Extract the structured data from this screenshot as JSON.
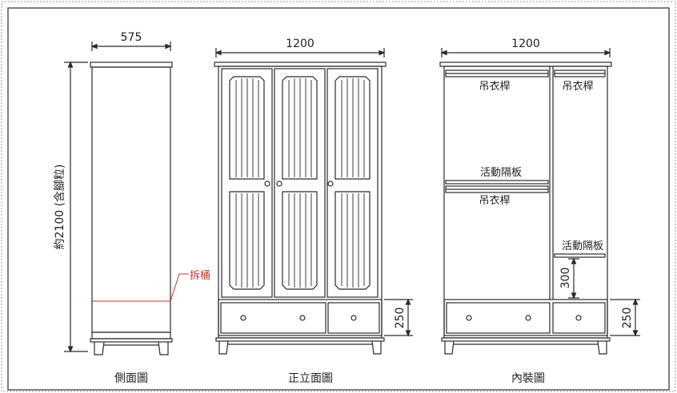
{
  "side_view": {
    "width_dim": "575",
    "height_dim": "約2100 (含腳粒)",
    "cut_label": "拆桶",
    "caption": "側面圖"
  },
  "front_view": {
    "width_dim": "1200",
    "drawer_height_dim": "250",
    "caption": "正立面圖"
  },
  "interior_view": {
    "width_dim": "1200",
    "left_top_label": "吊衣桿",
    "right_top_label": "吊衣桿",
    "shelf_label": "活動隔板",
    "left_lower_label": "吊衣桿",
    "right_shelf_label": "活動隔板",
    "compartment_dim": "300",
    "drawer_height_dim": "250",
    "caption": "內裝圖"
  },
  "colors": {
    "line": "#2b2b2b",
    "accent": "#c0392b",
    "frame": "#8a8a8a"
  }
}
